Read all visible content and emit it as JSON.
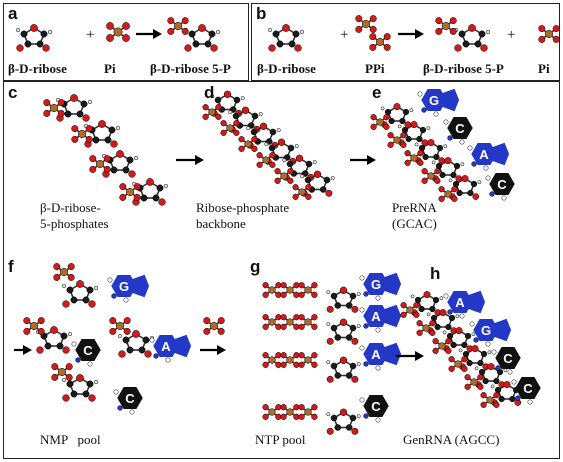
{
  "panels": {
    "a": {
      "label": "a",
      "captions": [
        "β-D-ribose",
        "Pi",
        "β-D-ribose 5-P"
      ],
      "operator": "+"
    },
    "b": {
      "label": "b",
      "captions": [
        "β-D-ribose",
        "PPi",
        "β-D-ribose 5-P",
        "Pi"
      ],
      "operators": [
        "+",
        "+"
      ]
    },
    "c": {
      "label": "c",
      "caption_line1": "β-D-ribose-",
      "caption_line2": "5-phosphates"
    },
    "d": {
      "label": "d",
      "caption_line1": "Ribose-phosphate",
      "caption_line2": "backbone"
    },
    "e": {
      "label": "e",
      "caption_line1": "PreRNA",
      "caption_line2": "(GCAC)"
    },
    "f": {
      "label": "f",
      "caption": "NMP   pool"
    },
    "g": {
      "label": "g",
      "caption": "NTP pool"
    },
    "h": {
      "label": "h",
      "caption": "GenRNA (AGCC)"
    }
  },
  "base_letters": {
    "e": [
      "G",
      "C",
      "A",
      "C"
    ],
    "f": [
      "G",
      "C",
      "A",
      "C"
    ],
    "g": [
      "G",
      "A",
      "A",
      "C"
    ],
    "h": [
      "A",
      "G",
      "C",
      "C"
    ]
  },
  "colors": {
    "carbon": "#1a1a1a",
    "oxygen": "#d21a1a",
    "phosphorus": "#b06a2a",
    "hydrogen": "#e8e8e8",
    "purine": "#2438c8",
    "pyrimidine": "#111111",
    "nitrogen": "#2438c8"
  }
}
